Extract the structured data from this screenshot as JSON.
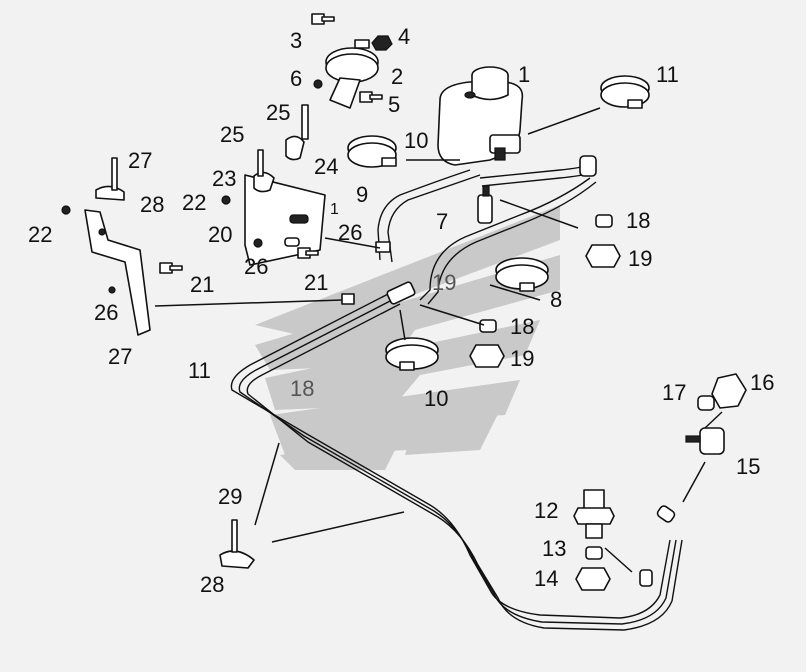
{
  "diagram": {
    "callouts": [
      {
        "id": "c1",
        "text": "1"
      },
      {
        "id": "c2",
        "text": "2"
      },
      {
        "id": "c3",
        "text": "3"
      },
      {
        "id": "c4",
        "text": "4"
      },
      {
        "id": "c5",
        "text": "5"
      },
      {
        "id": "c6",
        "text": "6"
      },
      {
        "id": "c7",
        "text": "7"
      },
      {
        "id": "c8",
        "text": "8"
      },
      {
        "id": "c9",
        "text": "9"
      },
      {
        "id": "c10a",
        "text": "10"
      },
      {
        "id": "c10b",
        "text": "10"
      },
      {
        "id": "c11a",
        "text": "11"
      },
      {
        "id": "c11b",
        "text": "11"
      },
      {
        "id": "c12",
        "text": "12"
      },
      {
        "id": "c13",
        "text": "13"
      },
      {
        "id": "c14",
        "text": "14"
      },
      {
        "id": "c15",
        "text": "15"
      },
      {
        "id": "c16",
        "text": "16"
      },
      {
        "id": "c17",
        "text": "17"
      },
      {
        "id": "c18a",
        "text": "18"
      },
      {
        "id": "c18b",
        "text": "18"
      },
      {
        "id": "c18c",
        "text": "18"
      },
      {
        "id": "c19a",
        "text": "19"
      },
      {
        "id": "c19b",
        "text": "19"
      },
      {
        "id": "c19c",
        "text": "19"
      },
      {
        "id": "c20",
        "text": "20"
      },
      {
        "id": "c21a",
        "text": "21"
      },
      {
        "id": "c21b",
        "text": "21"
      },
      {
        "id": "c22a",
        "text": "22"
      },
      {
        "id": "c22b",
        "text": "22"
      },
      {
        "id": "c23",
        "text": "23"
      },
      {
        "id": "c24",
        "text": "24"
      },
      {
        "id": "c25a",
        "text": "25"
      },
      {
        "id": "c25b",
        "text": "25"
      },
      {
        "id": "c26a",
        "text": "26"
      },
      {
        "id": "c26b",
        "text": "26"
      },
      {
        "id": "c26c",
        "text": "26"
      },
      {
        "id": "c27a",
        "text": "27"
      },
      {
        "id": "c27b",
        "text": "27"
      },
      {
        "id": "c28a",
        "text": "28"
      },
      {
        "id": "c28b",
        "text": "28"
      },
      {
        "id": "c29",
        "text": "29"
      }
    ],
    "watermark": "logo-watermark"
  }
}
